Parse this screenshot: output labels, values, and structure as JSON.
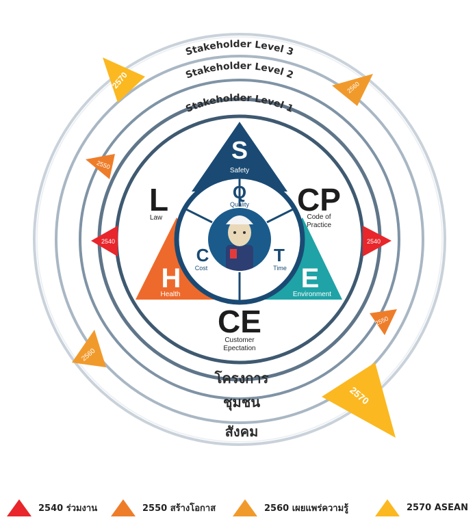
{
  "rings": {
    "level3": "Stakeholder Level 3",
    "level2": "Stakeholder Level 2",
    "level1": "Stakeholder Level 1"
  },
  "outer_labels": {
    "project": "โครงการ",
    "community": "ชุมชน",
    "society": "สังคม"
  },
  "segments": {
    "safety": {
      "letter": "S",
      "label": "Safety"
    },
    "quality": {
      "letter": "Q",
      "label": "Quality"
    },
    "law": {
      "letter": "L",
      "label": "Law"
    },
    "code_of_practice": {
      "letter": "CP",
      "label_line1": "Code of",
      "label_line2": "Practice"
    },
    "cost": {
      "letter": "C",
      "label": "Cost"
    },
    "time": {
      "letter": "T",
      "label": "Time"
    },
    "health": {
      "letter": "H",
      "label": "Health"
    },
    "environment": {
      "letter": "E",
      "label": "Environment"
    },
    "customer_expectation": {
      "letter": "CE",
      "label_line1": "Customer",
      "label_line2": "Epectation"
    }
  },
  "markers": {
    "m2540": "2540",
    "m2550": "2550",
    "m2560": "2560",
    "m2570": "2570"
  },
  "legend": [
    {
      "label": "2540 ร่วมงาน",
      "color": "#e8262b"
    },
    {
      "label": "2550 สร้างโอกาส",
      "color": "#ee7d2a"
    },
    {
      "label": "2560 เผยแพร่ความรู้",
      "color": "#f19a2c"
    },
    {
      "label": "2570 ASEAN",
      "color": "#fbb820"
    }
  ],
  "colors": {
    "navy": "#1a4a73",
    "orange": "#ee6a2c",
    "teal": "#1fa3a6",
    "ring_gray": "#6d8294",
    "ring_light": "#a9b7c4"
  }
}
